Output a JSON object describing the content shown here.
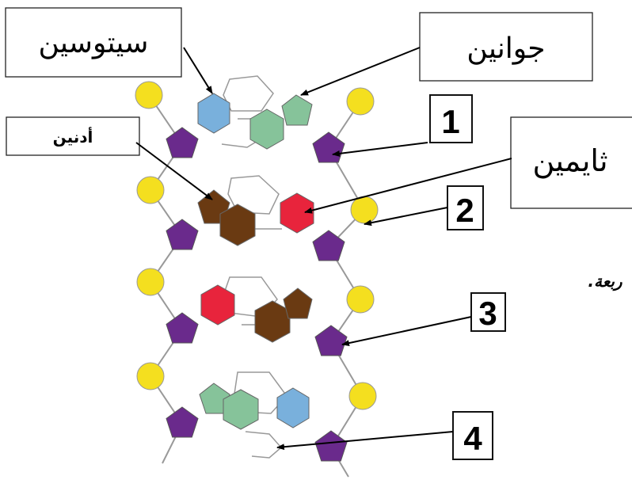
{
  "labels": {
    "cytosine": "سيتوسين",
    "guanine": "جوانين",
    "adenine": "أدنين",
    "thymine": "ثايمين"
  },
  "numbers": {
    "n1": "1",
    "n2": "2",
    "n3": "3",
    "n4": "4"
  },
  "partial_text": "ربعة.",
  "colors": {
    "phosphate": "#f4df1f",
    "sugar": "#6a2a8c",
    "cytosine": "#79b0dc",
    "guanine": "#86c39a",
    "adenine": "#6a3a12",
    "thymine": "#e8243c",
    "bond": "#8a8a8a"
  }
}
